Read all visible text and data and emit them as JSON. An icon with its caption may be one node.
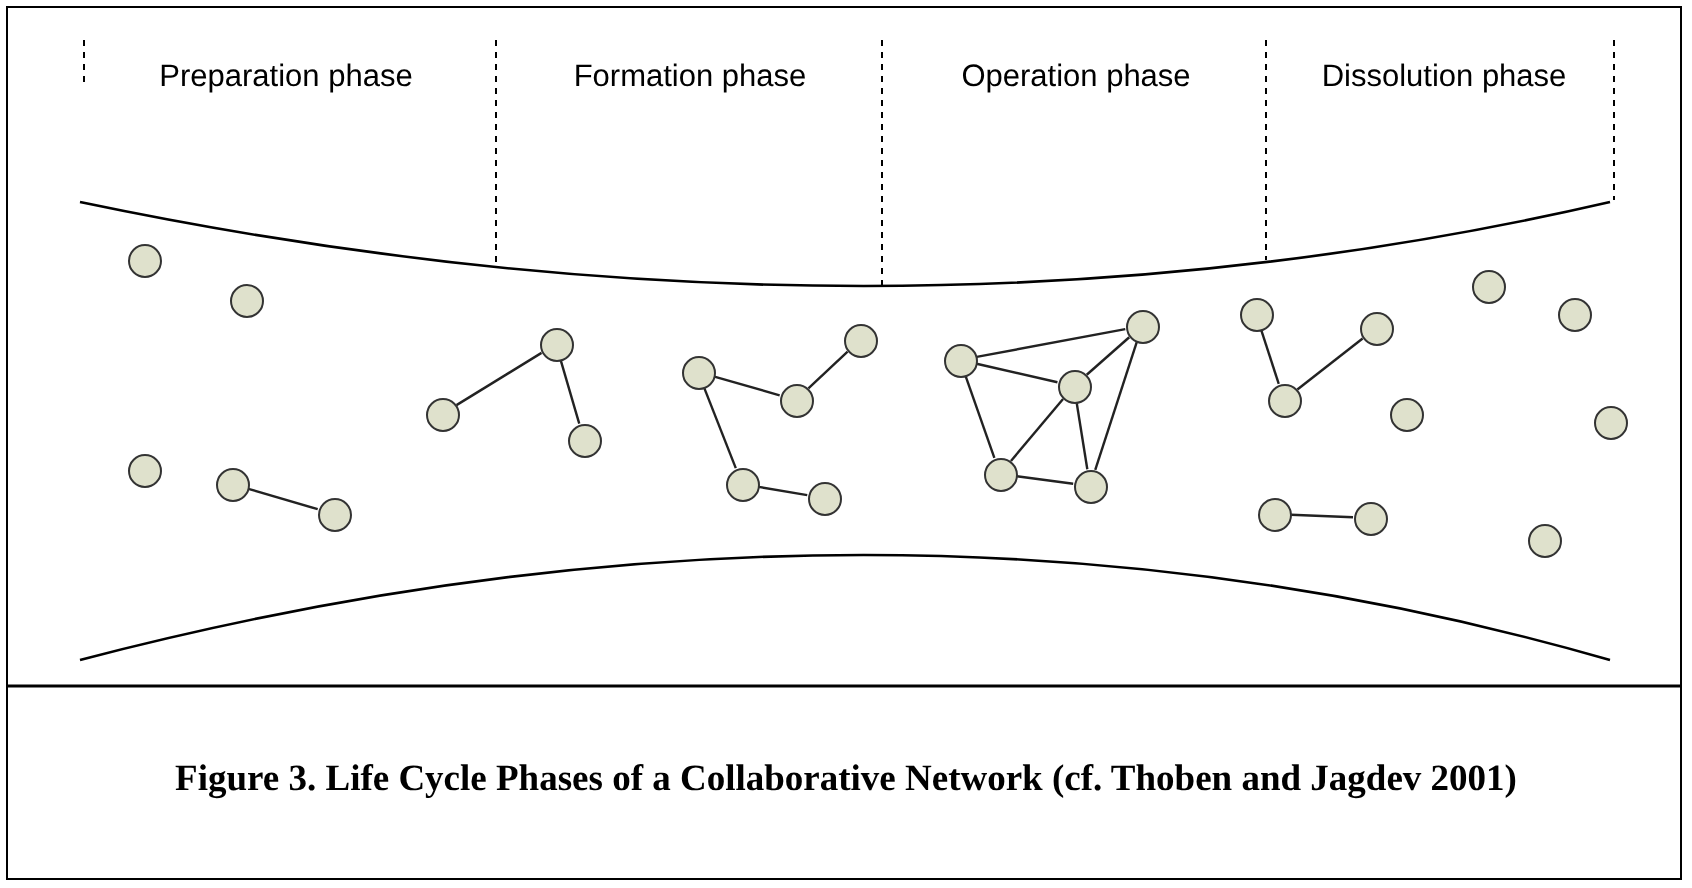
{
  "diagram": {
    "caption": "Figure 3.  Life Cycle Phases of a Collaborative Network (cf. Thoben and Jagdev 2001)",
    "nodes": [
      {
        "text": [],
        "shape": "circle"
      },
      {
        "text": [],
        "shape": "circle"
      },
      {
        "text": [],
        "shape": "circle"
      },
      {
        "text": [],
        "shape": "circle"
      },
      {
        "text": [],
        "shape": "circle"
      },
      {
        "text": [],
        "shape": "circle"
      },
      {
        "text": [],
        "shape": "circle"
      },
      {
        "text": [],
        "shape": "circle"
      },
      {
        "text": [],
        "shape": "circle"
      },
      {
        "text": [],
        "shape": "circle"
      },
      {
        "text": [],
        "shape": "circle"
      },
      {
        "text": [],
        "shape": "circle"
      },
      {
        "text": [],
        "shape": "circle"
      },
      {
        "text": [],
        "shape": "circle"
      },
      {
        "text": [],
        "shape": "circle"
      },
      {
        "text": [],
        "shape": "circle"
      },
      {
        "text": [],
        "shape": "circle"
      },
      {
        "text": [],
        "shape": "circle"
      },
      {
        "text": [],
        "shape": "circle"
      },
      {
        "text": [],
        "shape": "circle"
      },
      {
        "text": [],
        "shape": "circle"
      },
      {
        "text": [],
        "shape": "circle"
      },
      {
        "text": [],
        "shape": "circle"
      },
      {
        "text": [],
        "shape": "circle"
      },
      {
        "text": [],
        "shape": "circle"
      },
      {
        "text": [],
        "shape": "circle"
      },
      {
        "text": [],
        "shape": "circle"
      },
      {
        "text": [],
        "shape": "circle"
      }
    ],
    "edges": [
      {
        "from": 2,
        "to": 4,
        "arrow": "none"
      },
      {
        "from": 5,
        "to": 6,
        "arrow": "none"
      },
      {
        "from": 6,
        "to": 7,
        "arrow": "none"
      },
      {
        "from": 8,
        "to": 10,
        "arrow": "none"
      },
      {
        "from": 8,
        "to": 9,
        "arrow": "none"
      },
      {
        "from": 9,
        "to": 11,
        "arrow": "none"
      },
      {
        "from": 10,
        "to": 12,
        "arrow": "none"
      },
      {
        "from": 13,
        "to": 17,
        "arrow": "none"
      },
      {
        "from": 13,
        "to": 15,
        "arrow": "none"
      },
      {
        "from": 13,
        "to": 14,
        "arrow": "none"
      },
      {
        "from": 15,
        "to": 17,
        "arrow": "none"
      },
      {
        "from": 15,
        "to": 14,
        "arrow": "none"
      },
      {
        "from": 15,
        "to": 16,
        "arrow": "none"
      },
      {
        "from": 17,
        "to": 16,
        "arrow": "none"
      },
      {
        "from": 14,
        "to": 16,
        "arrow": "none"
      },
      {
        "from": 18,
        "to": 20,
        "arrow": "none"
      },
      {
        "from": 20,
        "to": 22,
        "arrow": "none"
      },
      {
        "from": 19,
        "to": 21,
        "arrow": "none"
      }
    ],
    "labels": [
      "Preparation phase",
      "Formation phase",
      "Operation phase",
      "Dissolution phase"
    ]
  }
}
